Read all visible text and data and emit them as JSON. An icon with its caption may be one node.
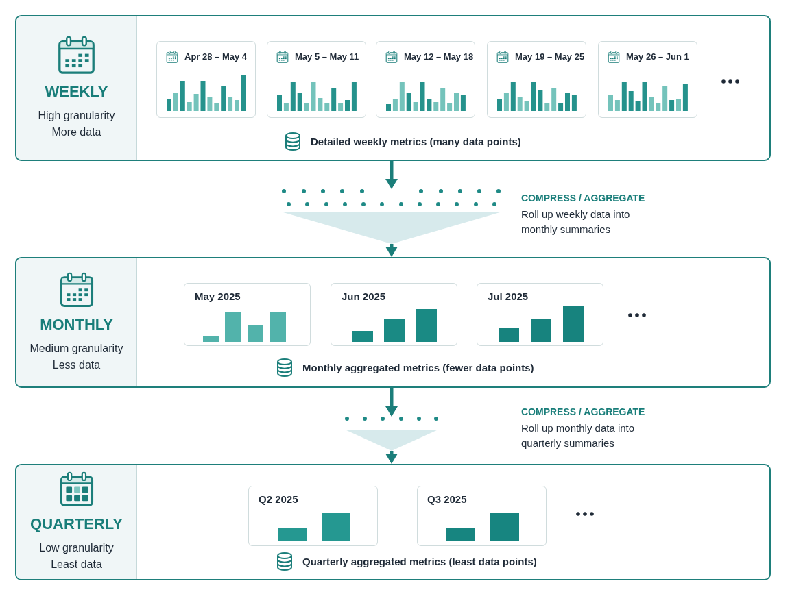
{
  "diagram": {
    "nodes": [
      {
        "text": [
          "WEEKLY",
          "High granularity",
          "More data"
        ]
      },
      {
        "text": [
          "Apr 28 – May 4"
        ],
        "in": 0
      },
      {
        "text": [
          "May 5 – May 11"
        ],
        "in": 0
      },
      {
        "text": [
          "May 12 – May 18"
        ],
        "in": 0
      },
      {
        "text": [
          "May 19 – May 25"
        ],
        "in": 0
      },
      {
        "text": [
          "May 26 – Jun 1"
        ],
        "in": 0
      },
      {
        "text": [],
        "shape": "funnel",
        "beside": [
          "COMPRESS / AGGREGATE",
          "Roll up weekly data into monthly summaries"
        ]
      },
      {
        "text": [
          "MONTHLY",
          "Medium granularity",
          "Less data"
        ]
      },
      {
        "text": [
          "May 2025"
        ],
        "in": 7
      },
      {
        "text": [
          "Jun 2025"
        ],
        "in": 7
      },
      {
        "text": [
          "Jul 2025"
        ],
        "in": 7
      },
      {
        "text": [],
        "shape": "funnel",
        "beside": [
          "COMPRESS / AGGREGATE",
          "Roll up monthly data into quarterly summaries"
        ]
      },
      {
        "text": [
          "QUARTERLY",
          "Low granularity",
          "Least data"
        ]
      },
      {
        "text": [
          "Q2 2025"
        ],
        "in": 12
      },
      {
        "text": [
          "Q3 2025"
        ],
        "in": 12
      }
    ],
    "edges": [
      {
        "from": 0,
        "to": 6,
        "arrow": "to"
      },
      {
        "from": 6,
        "to": 7,
        "arrow": "to"
      },
      {
        "from": 7,
        "to": 11,
        "arrow": "to"
      },
      {
        "from": 11,
        "to": 12,
        "arrow": "to"
      }
    ],
    "labels": [
      "Detailed weekly metrics (many data points)",
      "Monthly aggregated metrics (fewer data points)",
      "Quarterly aggregated metrics (least data points)"
    ]
  }
}
